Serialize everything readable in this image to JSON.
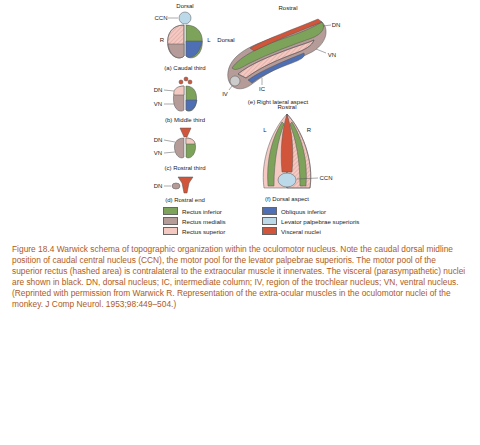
{
  "diagram": {
    "caption": "Figure 18.4 Warwick schema of topographic organization within the oculomotor nucleus. Note the caudal dorsal midline position of caudal central nucleus (CCN), the motor pool for the levator palpebrae superioris. The motor pool of the superior rectus (hashed area) is contralateral to the extraocular muscle it innervates. The visceral (parasympathetic) nuclei are shown in black. DN, dorsal nucleus; IC, intermediate column; IV, region of the trochlear nucleus; VN, ventral nucleus. (Reprinted with permission from Warwick R. Representation of the extra-ocular muscles in the oculomotor nuclei of the monkey. J Comp Neurol. 1953;98:449–504.)",
    "labels": [
      "Dorsal",
      "CCN",
      "R",
      "L",
      "(a) Caudal third",
      "DN",
      "VN",
      "(b) Middle third",
      "DN",
      "VN",
      "(c) Rostral third",
      "DN",
      "(d) Rostral end",
      "Rostral",
      "Dorsal",
      "DN",
      "VN",
      "IC",
      "IV",
      "(e) Right lateral aspect",
      "Rostral",
      "L",
      "R",
      "CCN",
      "(f) Dorsal aspect"
    ],
    "legend": [
      {
        "text": "Rectus inferior",
        "color": "#7da25a"
      },
      {
        "text": "Obliquus inferior",
        "color": "#4f6fb5"
      },
      {
        "text": "Rectus medialis",
        "color": "#b59c98"
      },
      {
        "text": "Levator palpebrae superioris",
        "color": "#bcd9ea"
      },
      {
        "text": "Rectus superior",
        "color": "#f3c9c2"
      },
      {
        "text": "Visceral nuclei",
        "color": "#d0553a"
      }
    ]
  }
}
